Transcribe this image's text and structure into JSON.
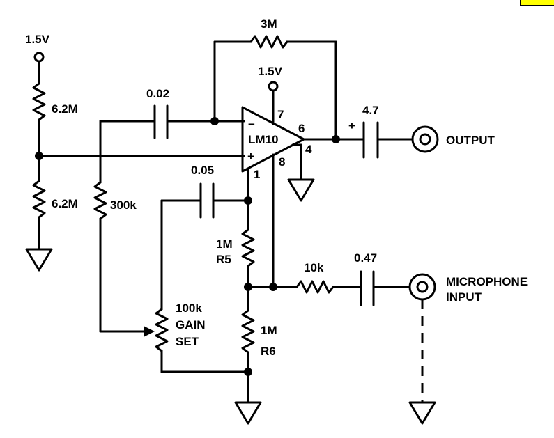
{
  "supply": {
    "top": "1.5V",
    "opamp": "1.5V"
  },
  "components": {
    "r_bias_top": "6.2M",
    "r_bias_bottom": "6.2M",
    "r_300k": "300k",
    "c_input": "0.02",
    "r_feedback": "3M",
    "opamp": "LM10",
    "c_output": "4.7",
    "c_output_polarity": "+",
    "c_gain": "0.05",
    "r5_value": "1M",
    "r5_label": "R5",
    "r6_value": "1M",
    "r6_label": "R6",
    "pot_value": "100k",
    "pot_label_1": "GAIN",
    "pot_label_2": "SET",
    "r_mic": "10k",
    "c_mic": "0.47"
  },
  "pins": {
    "p7": "7",
    "p6": "6",
    "p4": "4",
    "p8": "8",
    "p1": "1",
    "minus": "−",
    "plus": "+"
  },
  "ports": {
    "output": "OUTPUT",
    "mic_line_1": "MICROPHONE",
    "mic_line_2": "INPUT"
  },
  "corner_box_color": "#ffff00"
}
